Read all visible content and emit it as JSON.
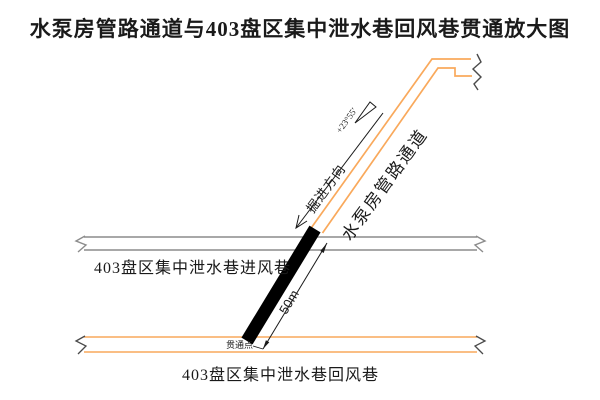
{
  "title": "水泵房管路通道与403盘区集中泄水巷回风巷贯通放大图",
  "colors": {
    "bg": "#FFFFFF",
    "ink": "#1A1A1A",
    "channel_orange": "#F9A95C",
    "tunnel_gray": "#8C8C8C",
    "break_dark": "#4A4A4A"
  },
  "labels": {
    "intake_tunnel": "403盘区集中泄水巷进风巷",
    "return_tunnel": "403盘区集中泄水巷回风巷",
    "channel": "水泵房管路通道",
    "heading_direction": "掘进方向",
    "slope_angle": "+23°55′",
    "distance": "50m",
    "breakthrough_point": "贯通点"
  },
  "diagram": {
    "type": "mine-roadway-breakthrough-enlarged-plan",
    "connected_drift_length": "50m",
    "channel_inclination": "+23°55′"
  }
}
